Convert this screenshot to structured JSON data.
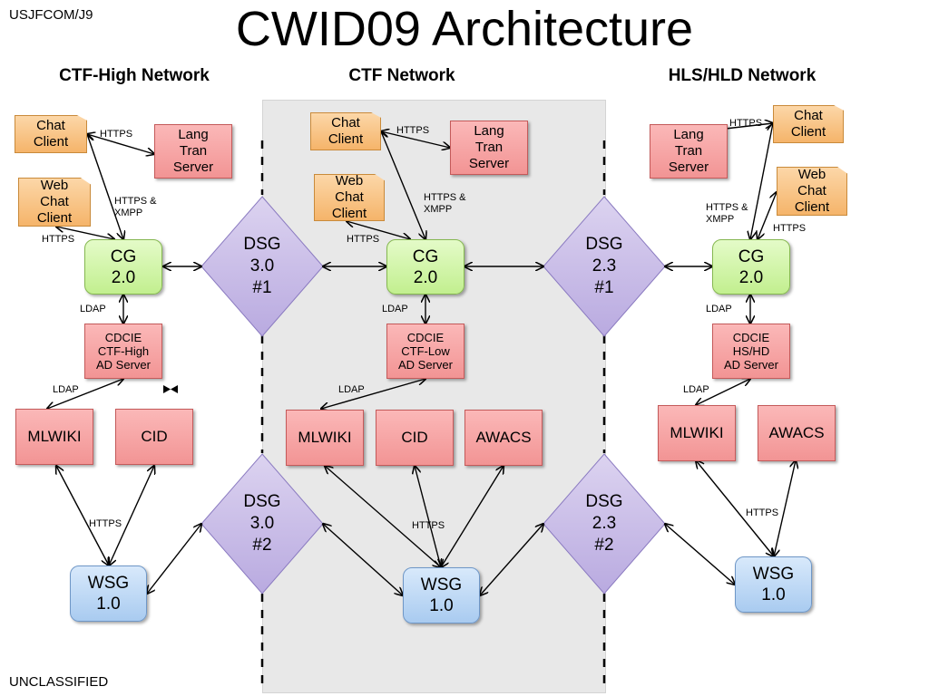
{
  "header": {
    "org": "USJFCOM/J9",
    "title": "CWID09 Architecture",
    "classification": "UNCLASSIFIED"
  },
  "networks": {
    "left": "CTF-High Network",
    "center": "CTF Network",
    "right": "HLS/HLD Network"
  },
  "nodes": {
    "chat_client": "Chat\nClient",
    "web_chat_client": "Web\nChat\nClient",
    "lang_tran_server": "Lang\nTran\nServer",
    "cg": "CG\n2.0",
    "cdcie_high": "CDCIE\nCTF-High\nAD Server",
    "cdcie_low": "CDCIE\nCTF-Low\nAD Server",
    "cdcie_hs": "CDCIE\nHS/HD\nAD Server",
    "mlwiki": "MLWIKI",
    "cid": "CID",
    "awacs": "AWACS",
    "wsg": "WSG\n1.0",
    "dsg_30_1": "DSG\n3.0\n#1",
    "dsg_23_1": "DSG\n2.3\n#1",
    "dsg_30_2": "DSG\n3.0\n#2",
    "dsg_23_2": "DSG\n2.3\n#2"
  },
  "protocols": {
    "https": "HTTPS",
    "https_xmpp": "HTTPS &\nXMPP",
    "ldap": "LDAP"
  }
}
